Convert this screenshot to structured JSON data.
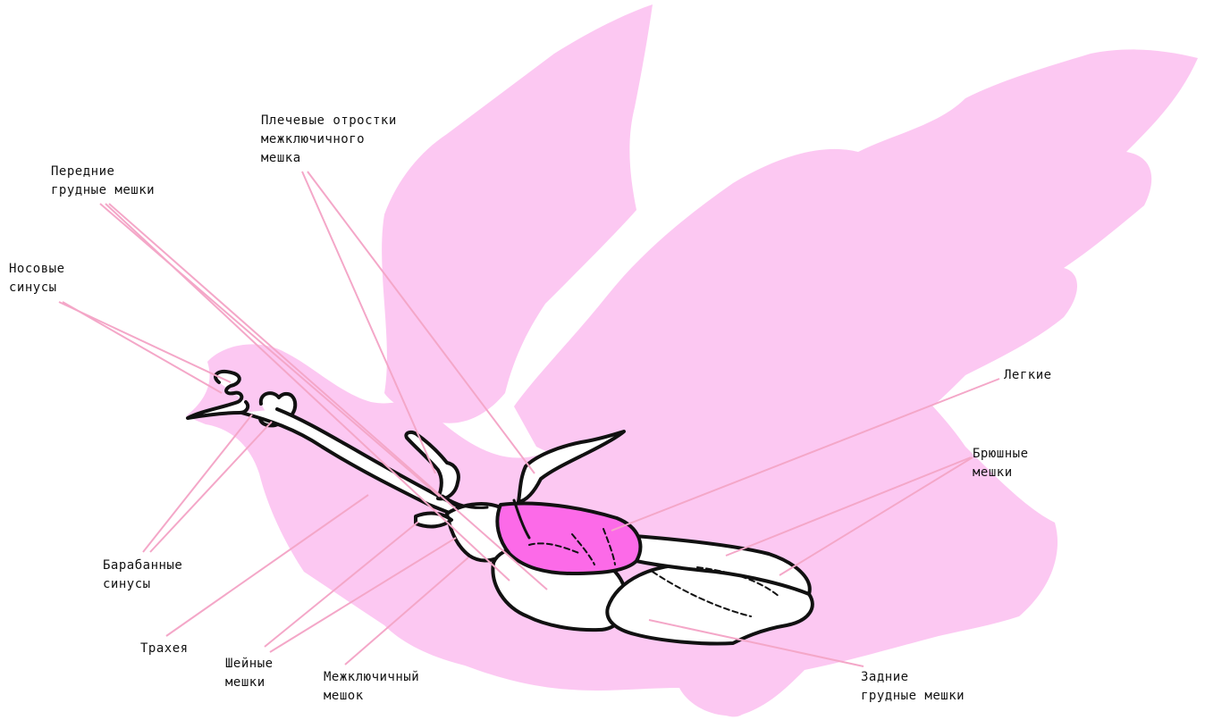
{
  "diagram": {
    "colors": {
      "silhouette": "#FCC8F2",
      "lungs": "#FC6AE8",
      "sacs": "#FFFFFF",
      "outline": "#111111",
      "leader": "#F4A7C8"
    },
    "labels": {
      "humeral": {
        "line1": "Плечевые отростки",
        "line2": "межключичного",
        "line3": "мешка"
      },
      "anterior_thoracic": {
        "line1": "Передние",
        "line2": "грудные мешки"
      },
      "nasal": {
        "line1": "Носовые",
        "line2": "синусы"
      },
      "lungs": {
        "line1": "Легкие"
      },
      "abdominal": {
        "line1": "Брюшные",
        "line2": "мешки"
      },
      "tympanic": {
        "line1": "Барабанные",
        "line2": "синусы"
      },
      "trachea": {
        "line1": "Трахея"
      },
      "cervical": {
        "line1": "Шейные",
        "line2": "мешки"
      },
      "interclavicular": {
        "line1": "Межключичный",
        "line2": "мешок"
      },
      "posterior_thoracic": {
        "line1": "Задние",
        "line2": "грудные мешки"
      }
    }
  }
}
